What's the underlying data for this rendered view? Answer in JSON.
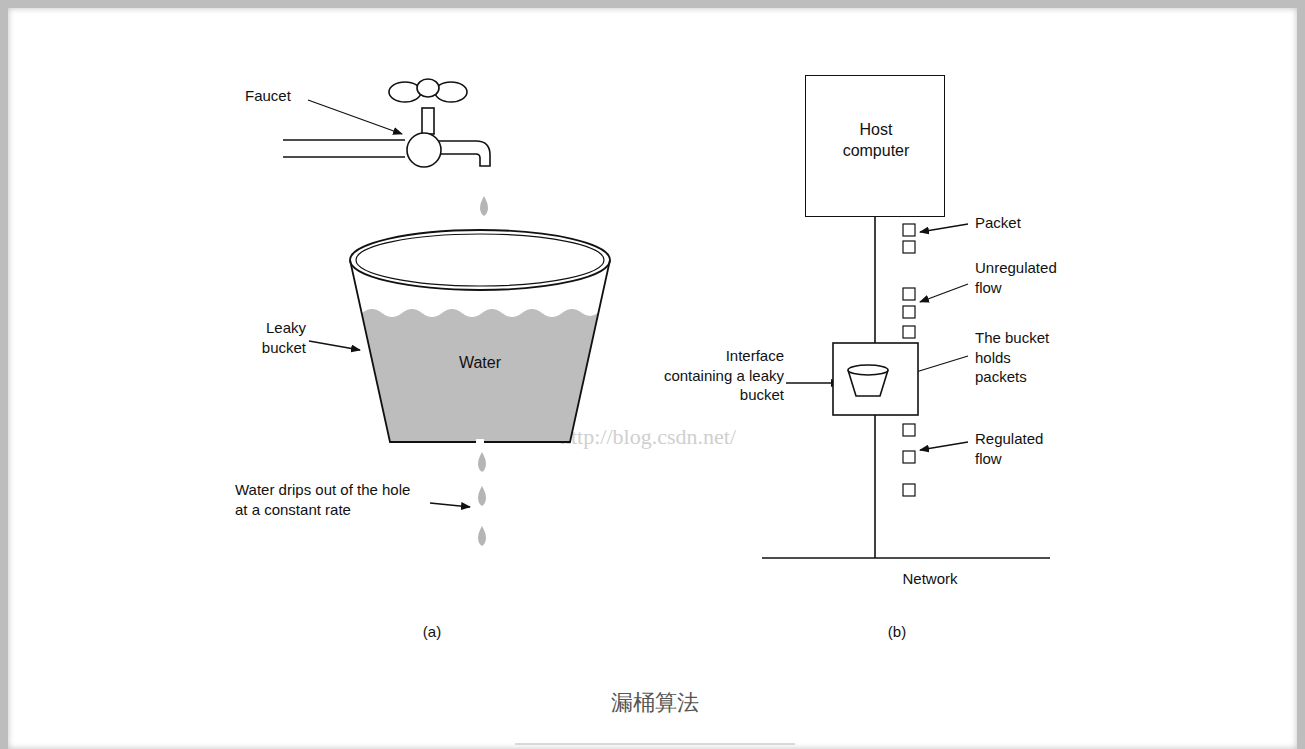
{
  "diagram": {
    "caption": "漏桶算法",
    "nodes": [
      {
        "text": [
          "Water"
        ]
      },
      {
        "text": [
          "Host computer"
        ]
      }
    ],
    "labels": [
      "Faucet",
      "Leaky bucket",
      "Water drips out of the hole at a constant rate",
      "Packet",
      "Unregulated flow",
      "Interface containing a leaky bucket",
      "The bucket holds packets",
      "Regulated flow",
      "Network",
      "(a)",
      "(b)",
      "http://blog.csdn.net/"
    ]
  }
}
